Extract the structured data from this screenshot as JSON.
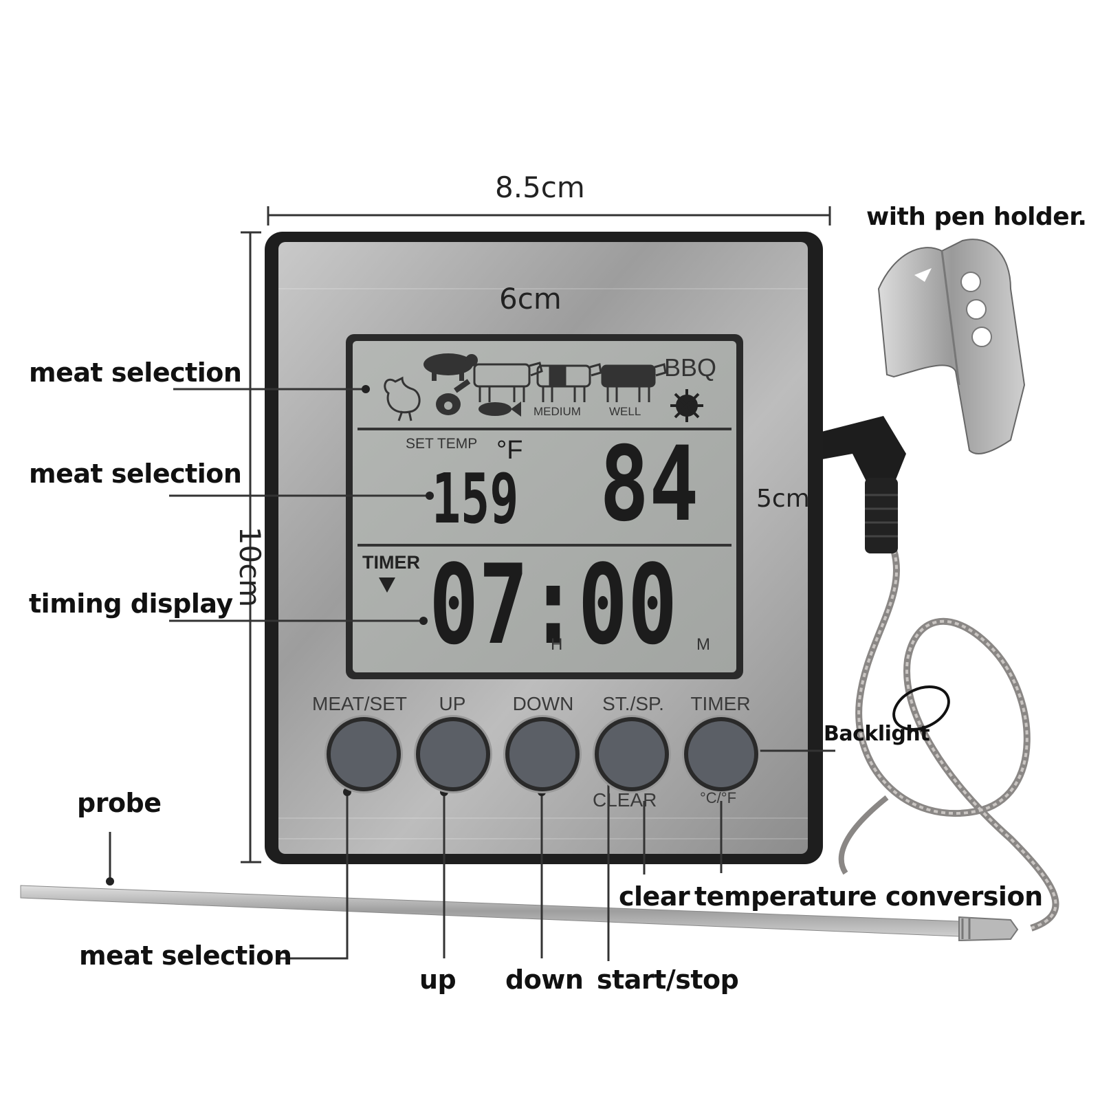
{
  "dimensions": {
    "width": "8.5cm",
    "height": "10cm",
    "screen_width": "6cm",
    "screen_height": "5cm"
  },
  "accessory": {
    "label": "with pen holder."
  },
  "lcd": {
    "bbq_label": "BBQ",
    "medium_label": "MEDIUM",
    "well_label": "WELL",
    "set_temp_label": "SET TEMP",
    "unit": "°F",
    "set_temp_value": "159",
    "current_temp_value": "84",
    "timer_label": "TIMER",
    "timer_value": "07:00",
    "hours_unit": "H",
    "minutes_unit": "M"
  },
  "buttons": [
    {
      "label": "MEAT/SET"
    },
    {
      "label": "UP"
    },
    {
      "label": "DOWN"
    },
    {
      "label": "ST./SP."
    },
    {
      "label": "TIMER"
    }
  ],
  "button_sublabels": {
    "clear": "CLEAR",
    "unit_toggle": "°C/°F"
  },
  "callouts": {
    "meat_selection_1": "meat selection",
    "meat_selection_2": "meat selection",
    "timing_display": "timing display",
    "probe": "probe",
    "meat_selection_3": "meat selection",
    "up": "up",
    "down": "down",
    "start_stop": "start/stop",
    "clear": "clear",
    "temperature_conversion": "temperature conversion",
    "backlight": "Backlight"
  },
  "icons": [
    "chicken-icon",
    "pig-icon",
    "ham-icon",
    "fish-icon",
    "cow-icon",
    "cow-medium-icon",
    "cow-well-icon",
    "sun-icon"
  ],
  "colors": {
    "lcd_background": "#a9aca9",
    "button_fill": "#5b5f66",
    "case_border": "#1e1e1e"
  }
}
